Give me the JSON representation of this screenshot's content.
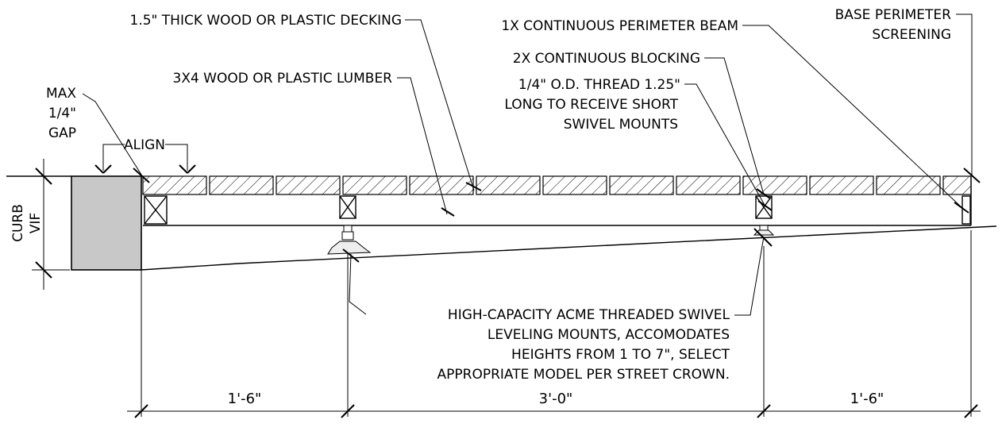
{
  "labels": {
    "decking": "1.5\" THICK WOOD OR PLASTIC DECKING",
    "lumber": "3X4 WOOD OR PLASTIC LUMBER",
    "beam": "1X CONTINUOUS PERIMETER BEAM",
    "blocking": "2X CONTINUOUS BLOCKING",
    "screening": [
      "BASE PERIMETER",
      "SCREENING"
    ],
    "thread": [
      "1/4\" O.D. THREAD 1.25\"",
      "LONG TO RECEIVE SHORT",
      "SWIVEL MOUNTS"
    ],
    "gap": [
      "MAX",
      "1/4\"",
      "GAP"
    ],
    "align": "ALIGN",
    "curb": [
      "CURB",
      "VIF"
    ],
    "mounts": [
      "HIGH-CAPACITY ACME THREADED SWIVEL",
      "LEVELING MOUNTS, ACCOMODATES",
      "HEIGHTS FROM 1 TO 7\", SELECT",
      "APPROPRIATE MODEL PER STREET CROWN."
    ]
  },
  "dimensions": [
    "1'-6\"",
    "3'-0\"",
    "1'-6\""
  ]
}
